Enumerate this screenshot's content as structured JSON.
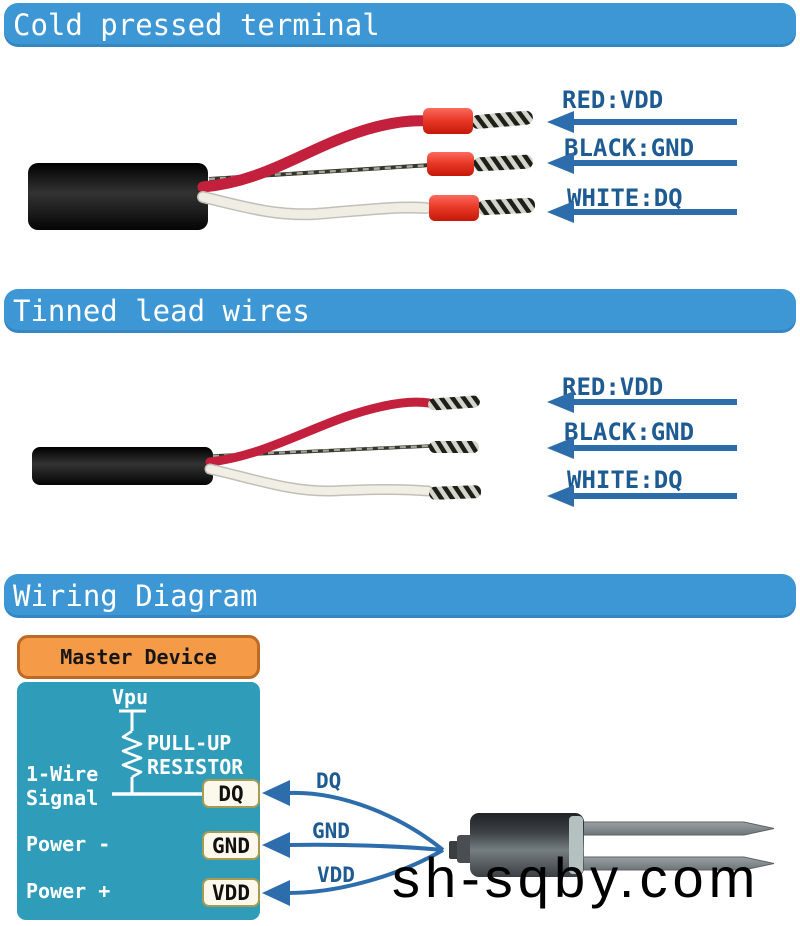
{
  "colors": {
    "banner_blue": "#3d97d4",
    "label_text_blue": "#1d5b92",
    "arrow_blue": "#2d6dac",
    "master_box_orange": "#f59a47",
    "master_box_border": "#bc6a26",
    "device_box_teal": "#2f9cba",
    "pin_box_fill": "#fcf9ec",
    "pin_box_border": "#a79b52",
    "wire_red": "#c2203c",
    "ferrule_red": "#ea3a28",
    "watermark_black": "#000000"
  },
  "sections": {
    "cold_pressed": {
      "title": "Cold pressed terminal",
      "wire_labels": [
        {
          "text": "RED:VDD"
        },
        {
          "text": "BLACK:GND"
        },
        {
          "text": "WHITE:DQ"
        }
      ]
    },
    "tinned": {
      "title": "Tinned lead wires",
      "wire_labels": [
        {
          "text": "RED:VDD"
        },
        {
          "text": "BLACK:GND"
        },
        {
          "text": "WHITE:DQ"
        }
      ]
    },
    "wiring": {
      "title": "Wiring Diagram",
      "master_device_label": "Master Device",
      "vpu_label": "Vpu",
      "pullup_label_line1": "PULL-UP",
      "pullup_label_line2": "RESISTOR",
      "signal_label_line1": "1-Wire",
      "signal_label_line2": "Signal",
      "power_minus_label": "Power -",
      "power_plus_label": "Power +",
      "pins": [
        {
          "label": "DQ"
        },
        {
          "label": "GND"
        },
        {
          "label": "VDD"
        }
      ],
      "wire_labels": [
        {
          "text": "DQ"
        },
        {
          "text": "GND"
        },
        {
          "text": "VDD"
        }
      ]
    }
  },
  "watermark": "sh-sqby.com"
}
